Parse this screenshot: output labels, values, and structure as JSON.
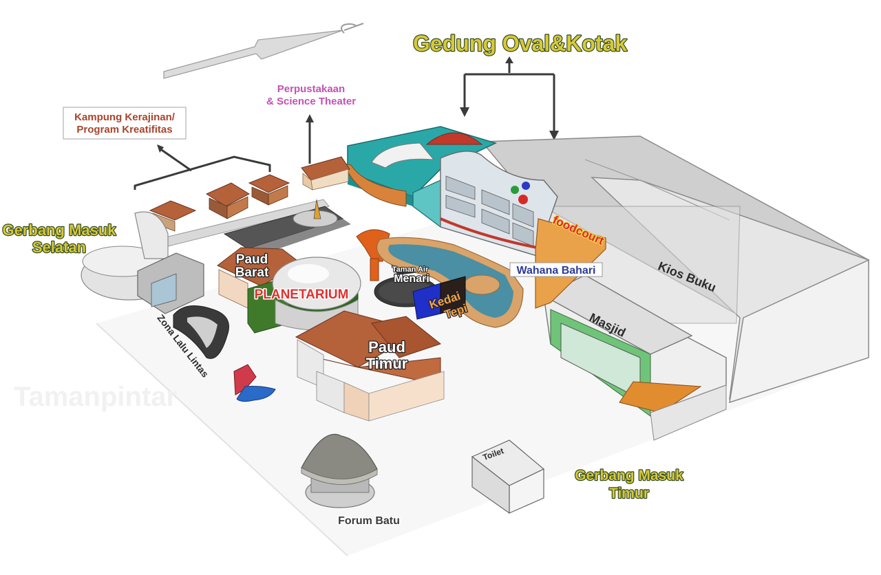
{
  "labels": {
    "title": "Gedung Oval&Kotak",
    "perpustakaan_1": "Perpustakaan",
    "perpustakaan_2": "& Science Theater",
    "kampung_1": "Kampung Kerajinan/",
    "kampung_2": "Program Kreatifitas",
    "gerbang_selatan_1": "Gerbang Masuk",
    "gerbang_selatan_2": "Selatan",
    "paud_barat_1": "Paud",
    "paud_barat_2": "Barat",
    "planetarium": "PLANETARIUM",
    "taman_air_1": "Taman Air",
    "taman_air_2": "Menari",
    "kedai_1": "Kedai",
    "kedai_2": "Tepi",
    "wahana_bahari": "Wahana Bahari",
    "foodcourt": "foodcourt",
    "kios_buku": "Kios Buku",
    "masjid": "Masjid",
    "paud_timur_1": "Paud",
    "paud_timur_2": "Timur",
    "zona_lalu_lintas": "Zona Lalu Lintas",
    "toilet": "Toilet",
    "forum_batu": "Forum Batu",
    "gerbang_timur_1": "Gerbang Masuk",
    "gerbang_timur_2": "Timur",
    "watermark": "Tamanpintar"
  },
  "colors": {
    "label_yellow": "#d8c83a",
    "label_brown": "#a8452b",
    "label_purple": "#c451b4",
    "roof_brown": "#b5613a",
    "teal": "#2aa8a8",
    "water": "#4a8fa3",
    "pool_rim": "#d9a36a",
    "planetarium_green": "#3f7a2a"
  },
  "icons": [
    "north-arrow-icon",
    "pointer-arrow-icon"
  ]
}
